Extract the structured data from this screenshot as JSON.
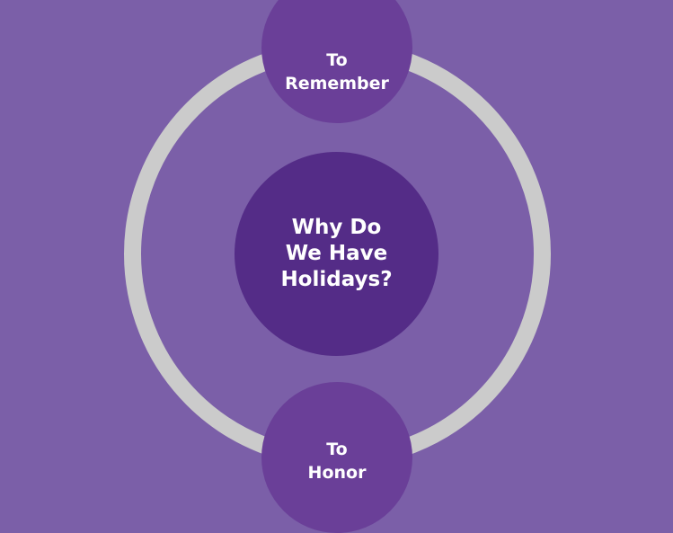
{
  "diagram": {
    "center": {
      "label": "Why Do\nWe Have\nHolidays?"
    },
    "nodes": [
      {
        "label": "To\nRemember"
      },
      {
        "label": "To\nHonor"
      }
    ]
  },
  "colors": {
    "background": "#7b5fa8",
    "ring": "#cbcbcb",
    "center_fill": "#542c87",
    "node_fill": "#6a3f98",
    "text": "#ffffff"
  }
}
